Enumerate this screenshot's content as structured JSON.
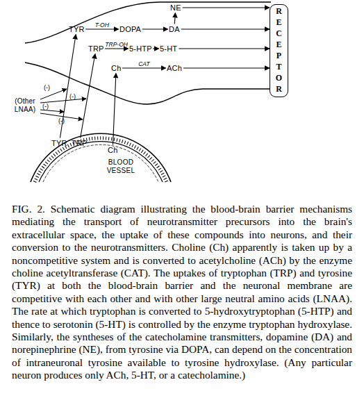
{
  "diagram": {
    "caption": "FIG. 2. Schematic diagram illustrating the blood-brain barrier mechanisms mediating the transport of neurotransmitter precursors into the brain's extracellular space, the uptake of these compounds into neurons, and their conversion to the neurotransmitters. Choline (Ch) apparently is taken up by a noncompetitive system and is converted to acetylcholine (ACh) by the enzyme choline acetyltransferase (CAT). The uptakes of tryptophan (TRP) and tyrosine (TYR) at both the blood-brain barrier and the neuronal membrane are competitive with each other and with other large neutral amino acids (LNAA). The rate at which tryptophan is converted to 5-hydroxytryptophan (5-HTP) and thence to serotonin (5-HT) is controlled by the enzyme tryptophan hydroxylase. Similarly, the syntheses of the catecholamine transmitters, dopamine (DA) and norepinephrine (NE), from tyrosine via DOPA, can depend on the concentration of intraneuronal tyrosine available to tyrosine hydroxylase. (Any particular neuron produces only ACh, 5-HT, or a catecholamine.)",
    "nodes": [
      {
        "text": [
          "NE"
        ]
      },
      {
        "text": [
          "TYR"
        ]
      },
      {
        "text": [
          "DOPA"
        ]
      },
      {
        "text": [
          "DA"
        ]
      },
      {
        "text": [
          "RECEPTOR"
        ]
      },
      {
        "text": [
          "TRP"
        ]
      },
      {
        "text": [
          "5-HTP"
        ]
      },
      {
        "text": [
          "5-HT"
        ]
      },
      {
        "text": [
          "Ch"
        ]
      },
      {
        "text": [
          "ACh"
        ]
      },
      {
        "text": [
          "(Other LNAA)"
        ]
      },
      {
        "text": [
          "TYR"
        ]
      },
      {
        "text": [
          "TRP"
        ]
      },
      {
        "text": [
          "Ch"
        ]
      }
    ],
    "edges": [
      {
        "from": 1,
        "to": 2,
        "label": "T-OH",
        "arrow": "to"
      },
      {
        "from": 2,
        "to": 3,
        "arrow": "to"
      },
      {
        "from": 3,
        "to": 0,
        "arrow": "to"
      },
      {
        "from": 3,
        "to": 4,
        "arrow": "to"
      },
      {
        "from": 0,
        "to": 4,
        "arrow": "to"
      },
      {
        "from": 5,
        "to": 6,
        "label": "TRP-OH",
        "arrow": "to"
      },
      {
        "from": 6,
        "to": 7,
        "arrow": "to"
      },
      {
        "from": 7,
        "to": 4,
        "arrow": "to"
      },
      {
        "from": 8,
        "to": 9,
        "label": "CAT",
        "arrow": "to"
      },
      {
        "from": 9,
        "to": 4,
        "arrow": "to"
      },
      {
        "from": 11,
        "to": 1,
        "arrow": "to"
      },
      {
        "from": 12,
        "to": 5,
        "arrow": "to"
      },
      {
        "from": 13,
        "to": 8,
        "arrow": "to"
      }
    ],
    "labels": [
      "(-)",
      "(-)",
      "(-)",
      "(-)",
      "BLOOD VESSEL"
    ]
  }
}
